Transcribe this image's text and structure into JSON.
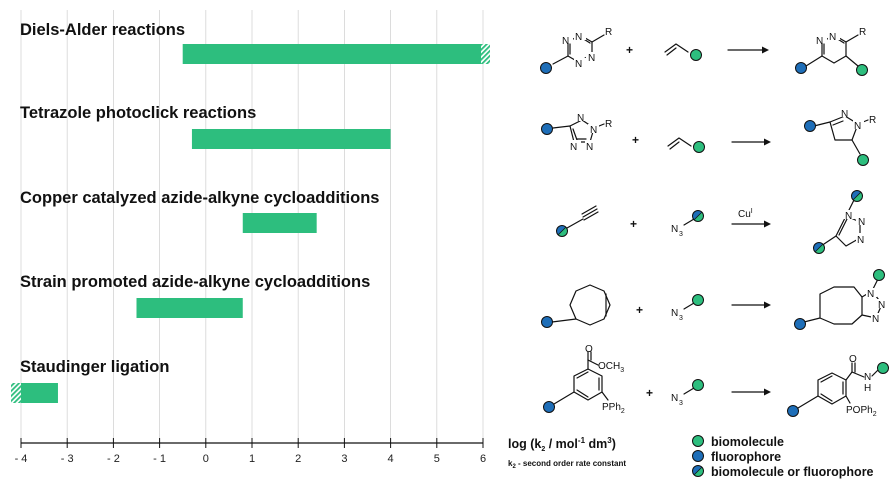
{
  "chart_data": {
    "type": "bar",
    "orientation": "horizontal-range",
    "categories": [
      "Diels-Alder reactions",
      "Tetrazole photoclick reactions",
      "Copper catalyzed azide-alkyne cycloadditions",
      "Strain promoted azide-alkyne cycloadditions",
      "Staudinger ligation"
    ],
    "ranges": [
      {
        "start": -0.5,
        "end": 6.0,
        "extends_high": true,
        "extends_low": false
      },
      {
        "start": -0.3,
        "end": 4.0,
        "extends_high": false,
        "extends_low": false
      },
      {
        "start": 0.8,
        "end": 2.4,
        "extends_high": false,
        "extends_low": false
      },
      {
        "start": -1.5,
        "end": 0.8,
        "extends_high": false,
        "extends_low": false
      },
      {
        "start": -4.0,
        "end": -3.2,
        "extends_high": false,
        "extends_low": true
      }
    ],
    "xlim": [
      -4,
      6
    ],
    "xticks": [
      "- 4",
      "- 3",
      "- 2",
      "- 1",
      "0",
      "1",
      "2",
      "3",
      "4",
      "5",
      "6"
    ],
    "grid": true,
    "xlabel": "log (k",
    "xlabel_sub": "2",
    "xlabel_tail": " / mol",
    "xlabel_sup1": "-1",
    "xlabel_tail2": " dm",
    "xlabel_sup2": "3",
    "xlabel_end": ")",
    "note_main": "k",
    "note_sub": "2",
    "note_tail": " - second order rate constant",
    "bar_color": "#2dbe7e"
  },
  "legend": {
    "items": [
      {
        "label": "biomolecule",
        "kind": "bio"
      },
      {
        "label": "fluorophore",
        "kind": "fluor"
      },
      {
        "label": "biomolecule or fluorophore",
        "kind": "either"
      }
    ]
  },
  "colors": {
    "biomolecule": "#2dbe7e",
    "fluorophore": "#1e6eb8"
  },
  "schemes": {
    "plus": "+",
    "cu_catalyst": "Cu",
    "cu_sup": "I",
    "labels": {
      "N": "N",
      "R": "R",
      "N3": "N",
      "sub3": "3",
      "O": "O",
      "OCH3": "OCH",
      "PPh2": "PPh",
      "POPh2": "POPh",
      "sub2": "2",
      "H": "H"
    }
  }
}
